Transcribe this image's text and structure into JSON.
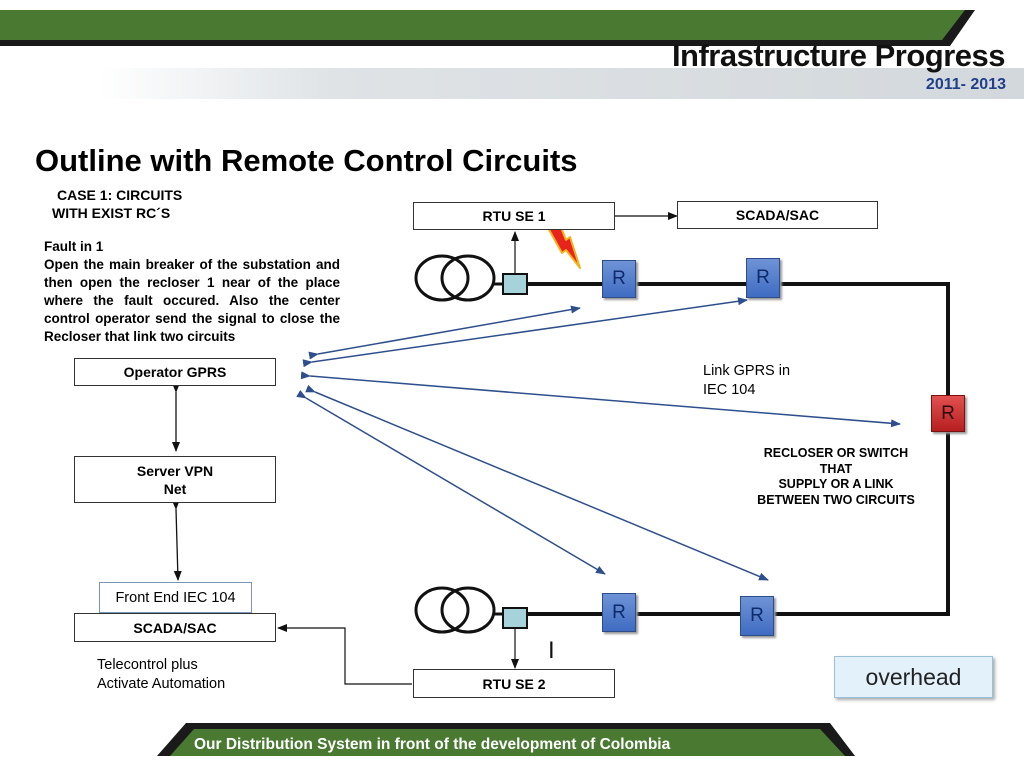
{
  "header": {
    "title": "Infrastructure Progress",
    "years": "2011- 2013"
  },
  "slide": {
    "title": "Outline with Remote Control Circuits",
    "case_label_line1": "CASE 1:   CIRCUITS",
    "case_label_line2": "WITH EXIST RC´S",
    "fault_title": "Fault in 1",
    "fault_description": "Open the main breaker of the substation and then open the recloser 1 near of the place where the fault occured. Also the center control operator send the signal to close the Recloser that link two circuits"
  },
  "diagram": {
    "rtu_se1": "RTU SE  1",
    "scada_sac_top": "SCADA/SAC",
    "operator_gprs": "Operator GPRS",
    "server_vpn_line1": "Server VPN",
    "server_vpn_line2": "Net",
    "front_end": "Front End IEC 104",
    "scada_sac_bottom": "SCADA/SAC",
    "rtu_se2": "RTU   SE  2",
    "telecontrol_line1": "Telecontrol plus",
    "telecontrol_line2": "Activate Automation",
    "link_gprs_line1": "Link GPRS in",
    "link_gprs_line2": "IEC 104",
    "recloser_note_line1": "RECLOSER OR SWITCH",
    "recloser_note_line2": "THAT",
    "recloser_note_line3": "SUPPLY OR A LINK",
    "recloser_note_line4": "BETWEEN TWO CIRCUITS",
    "recloser_label": "R",
    "open_switch_mark": "I",
    "overhead": "overhead"
  },
  "footer": {
    "text": "Our Distribution System in front of the development of Colombia"
  },
  "colors": {
    "header_green": "#4a7a32",
    "header_dark": "#1a1a1a",
    "header_grey": "#d9dde1",
    "years_blue": "#1f3f8a",
    "link_arrow_blue": "#2e4f8c",
    "recloser_blue": "#4f7bcb",
    "recloser_red": "#c62828",
    "lightning": "#e8231e"
  }
}
